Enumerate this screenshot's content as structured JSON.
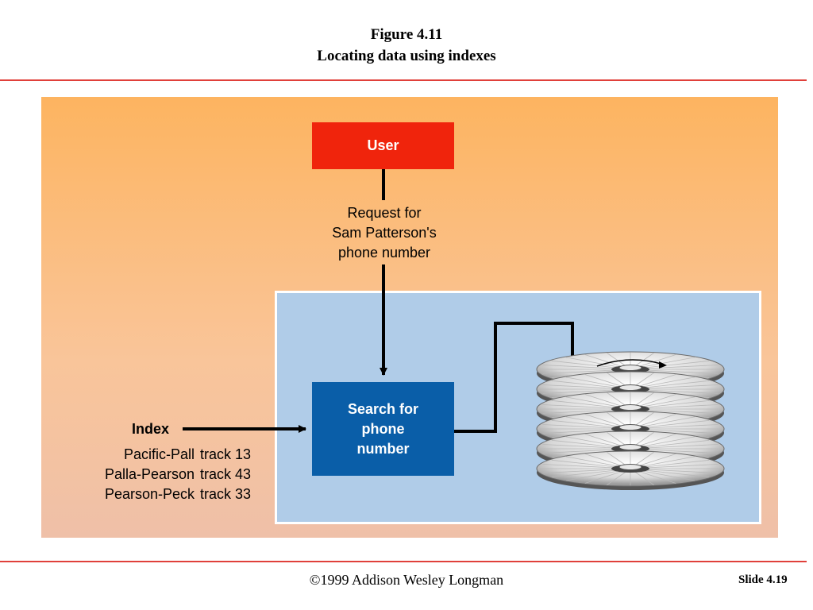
{
  "header": {
    "figure_label": "Figure 4.11",
    "figure_title": "Locating data using indexes"
  },
  "diagram": {
    "user_label": "User",
    "request_lines": [
      "Request for",
      "Sam Patterson's",
      "phone number"
    ],
    "search_lines": [
      "Search for",
      "phone",
      "number"
    ],
    "index_title": "Index",
    "index_entries": [
      {
        "range": "Pacific-Pall",
        "track": "track 13"
      },
      {
        "range": "Palla-Pearson",
        "track": "track 43"
      },
      {
        "range": "Pearson-Peck",
        "track": "track 33"
      }
    ],
    "disk_icon": "disk-stack-icon",
    "colors": {
      "user_box": "#f0240c",
      "search_box": "#0a5ea8",
      "inner_panel": "#b0cce8",
      "outer_panel_top": "#fdb460",
      "outer_panel_bottom": "#efc0a8",
      "rule": "#e0403a"
    }
  },
  "footer": {
    "copyright": "©1999 Addison Wesley Longman",
    "slide_number": "Slide 4.19"
  }
}
